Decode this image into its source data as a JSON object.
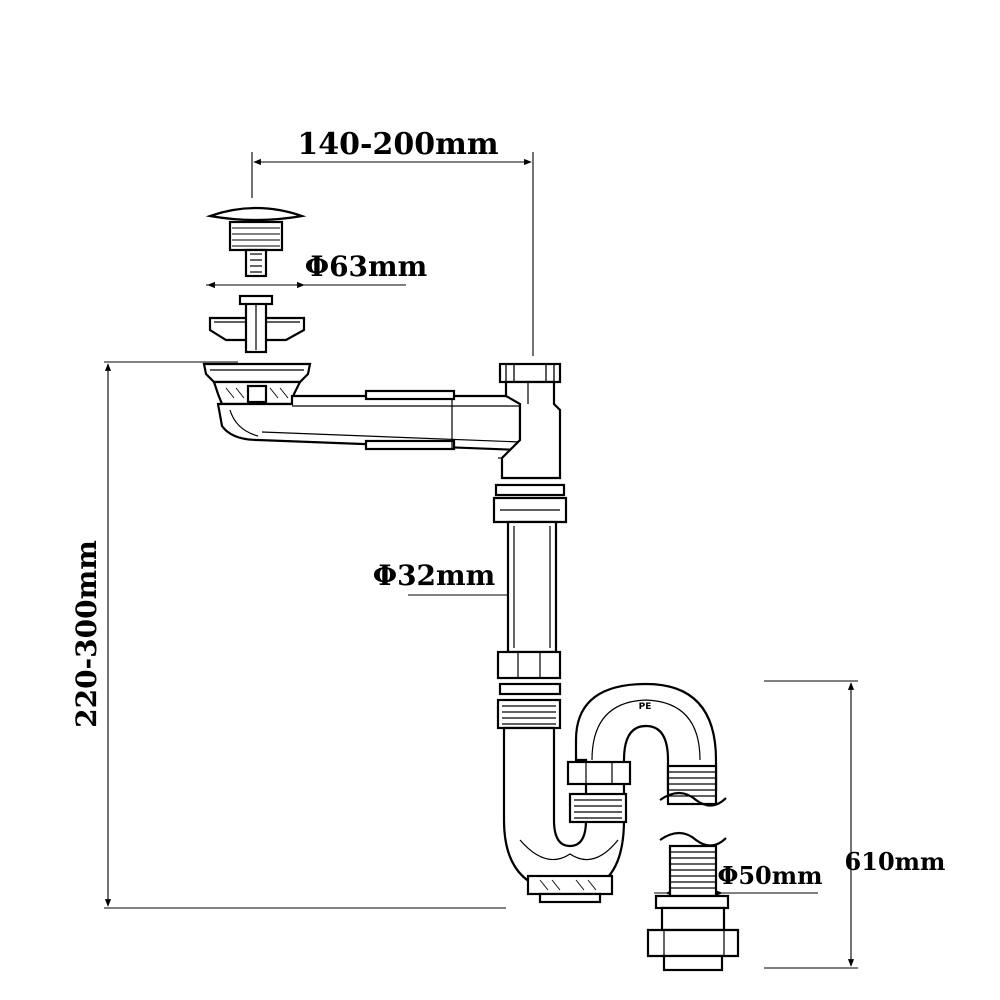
{
  "dimensions": {
    "width_range": "140-200mm",
    "strainer_diameter": "Φ63mm",
    "pipe_diameter": "Φ32mm",
    "height_range": "220-300mm",
    "outlet_diameter": "Φ50mm",
    "hose_length": "610mm"
  },
  "markings": {
    "material": "PE"
  }
}
